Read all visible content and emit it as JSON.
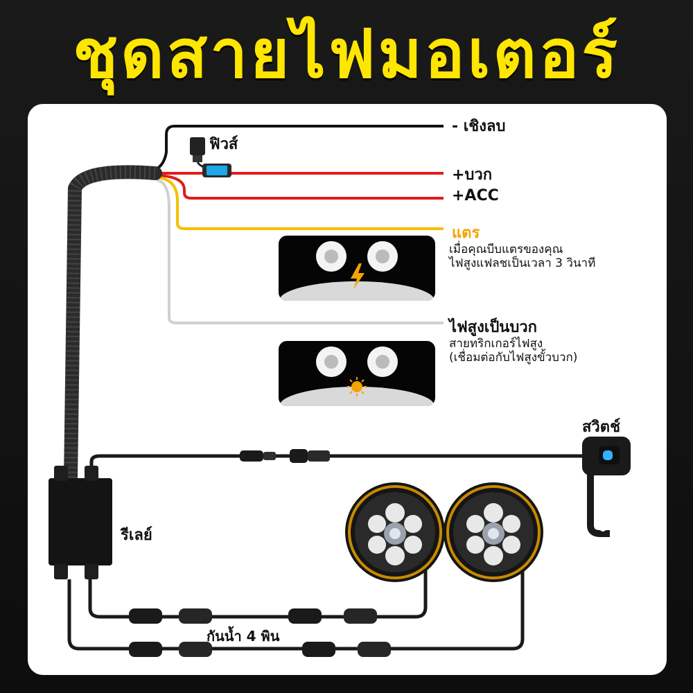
{
  "title": "ชุดสายไฟมอเตอร์",
  "labels": {
    "negative": "- เชิงลบ",
    "fuse": "ฟิวส์",
    "positive": "+บวก",
    "acc": "+ACC",
    "brake": "แตร",
    "brake_desc_1": "เมื่อคุณบีบแตรของคุณ",
    "brake_desc_2": "ไฟสูงแฟลชเป็นเวลา 3 วินาที",
    "high_beam": "ไฟสูงเป็นบวก",
    "high_beam_desc_1": "สายทริกเกอร์ไฟสูง",
    "high_beam_desc_2": "(เชื่อมต่อกับไฟสูงขั้วบวก)",
    "switch": "สวิตช์",
    "relay": "รีเลย์",
    "waterproof": "กันน้ำ 4 พิน"
  },
  "colors": {
    "title": "#ffe600",
    "negative_wire": "#111111",
    "positive_wire": "#e21b1b",
    "acc_wire": "#e21b1b",
    "brake_wire": "#f5c000",
    "high_beam_wire": "#d8d8d8",
    "fuse": "#1ea7e8",
    "flash_icon": "#f2a400"
  },
  "icons": {
    "flash": "lightning-icon",
    "high_beam": "sun-icon",
    "switch_button": "flash-icon"
  }
}
